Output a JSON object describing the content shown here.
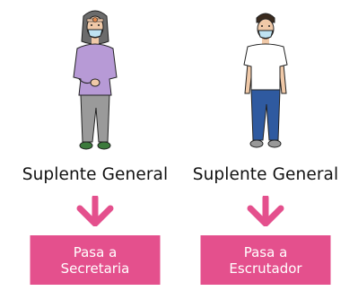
{
  "colors": {
    "accent": "#e4508d"
  },
  "items": [
    {
      "figure_icon": "woman-with-mask-icon",
      "role": "Suplente General",
      "arrow_icon": "arrow-down-icon",
      "action_line1": "Pasa a",
      "action_line2": "Secretaria"
    },
    {
      "figure_icon": "man-with-mask-icon",
      "role": "Suplente General",
      "arrow_icon": "arrow-down-icon",
      "action_line1": "Pasa a",
      "action_line2": "Escrutador"
    }
  ]
}
